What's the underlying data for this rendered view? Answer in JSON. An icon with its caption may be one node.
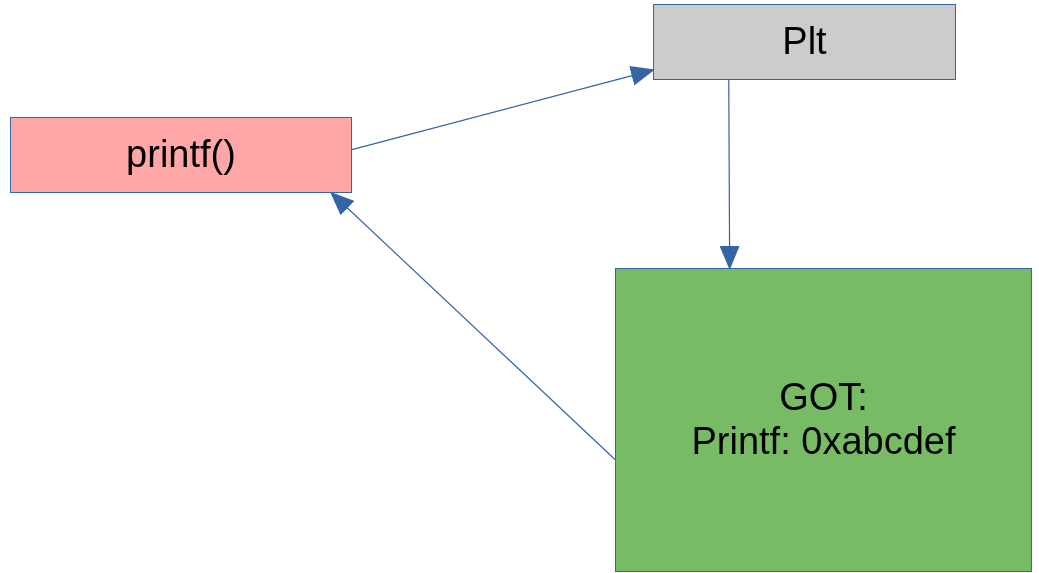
{
  "diagram": {
    "nodes": [
      {
        "text": [
          "printf()"
        ]
      },
      {
        "text": [
          "Plt"
        ]
      },
      {
        "text": [
          "GOT:",
          "Printf: 0xabcdef"
        ]
      }
    ],
    "edges": [
      {
        "from": 0,
        "to": 1,
        "arrow": "to"
      },
      {
        "from": 1,
        "to": 2,
        "arrow": "to"
      },
      {
        "from": 2,
        "to": 0,
        "arrow": "to"
      }
    ]
  }
}
